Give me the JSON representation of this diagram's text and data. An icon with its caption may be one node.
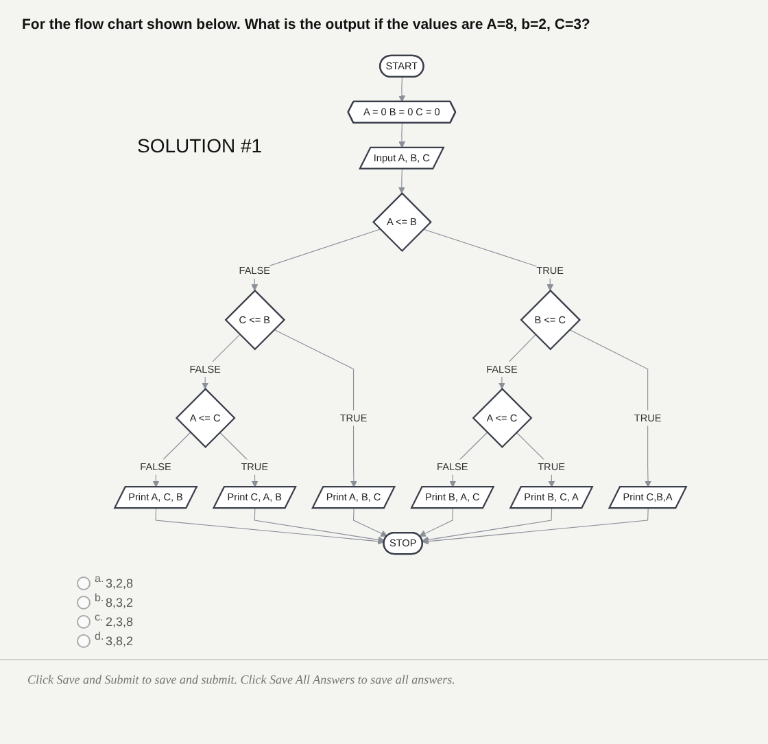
{
  "diagram": {
    "title": "For the flow chart shown below. What is the output if the values are A=8, b=2, C=3?",
    "nodes": [
      {
        "text": [
          "START"
        ]
      },
      {
        "text": [
          "A = 0 B = 0 C = 0"
        ]
      },
      {
        "text": [
          "Input A, B, C"
        ]
      },
      {
        "text": [
          "A <= B"
        ]
      },
      {
        "text": [
          "C <= B"
        ]
      },
      {
        "text": [
          "A <= C"
        ]
      },
      {
        "text": [
          "Print A, C, B"
        ]
      },
      {
        "text": [
          "Print C, A, B"
        ]
      },
      {
        "text": [
          "Print A, B, C"
        ]
      },
      {
        "text": [
          "B <= C"
        ]
      },
      {
        "text": [
          "A <= C"
        ]
      },
      {
        "text": [
          "Print B, A, C"
        ]
      },
      {
        "text": [
          "Print B, C, A"
        ]
      },
      {
        "text": [
          "Print C,B,A"
        ]
      },
      {
        "text": [
          "STOP"
        ]
      }
    ],
    "edges": [
      {
        "from": 0,
        "to": 1,
        "arrow": "to"
      },
      {
        "from": 1,
        "to": 2,
        "arrow": "to"
      },
      {
        "from": 2,
        "to": 3,
        "arrow": "to"
      },
      {
        "from": 3,
        "to": 4,
        "arrow": "to",
        "label": "FALSE"
      },
      {
        "from": 3,
        "to": 9,
        "arrow": "to",
        "label": "TRUE"
      },
      {
        "from": 4,
        "to": 5,
        "arrow": "to",
        "label": "FALSE"
      },
      {
        "from": 4,
        "to": 8,
        "arrow": "to",
        "label": "TRUE"
      },
      {
        "from": 5,
        "to": 6,
        "arrow": "to",
        "label": "FALSE"
      },
      {
        "from": 5,
        "to": 7,
        "arrow": "to",
        "label": "TRUE"
      },
      {
        "from": 9,
        "to": 10,
        "arrow": "to",
        "label": "FALSE"
      },
      {
        "from": 9,
        "to": 13,
        "arrow": "to",
        "label": "TRUE"
      },
      {
        "from": 10,
        "to": 11,
        "arrow": "to",
        "label": "FALSE"
      },
      {
        "from": 10,
        "to": 12,
        "arrow": "to",
        "label": "TRUE"
      },
      {
        "from": 6,
        "to": 14,
        "arrow": "to"
      },
      {
        "from": 7,
        "to": 14,
        "arrow": "to"
      },
      {
        "from": 8,
        "to": 14,
        "arrow": "to"
      },
      {
        "from": 11,
        "to": 14,
        "arrow": "to"
      },
      {
        "from": 12,
        "to": 14,
        "arrow": "to"
      },
      {
        "from": 13,
        "to": 14,
        "arrow": "to"
      }
    ],
    "labels": [
      "SOLUTION #1",
      "a.",
      "3,2,8",
      "b.",
      "8,3,2",
      "c.",
      "2,3,8",
      "d.",
      "3,8,2",
      "Click Save and Submit to save and submit. Click Save All Answers to save all answers."
    ]
  }
}
